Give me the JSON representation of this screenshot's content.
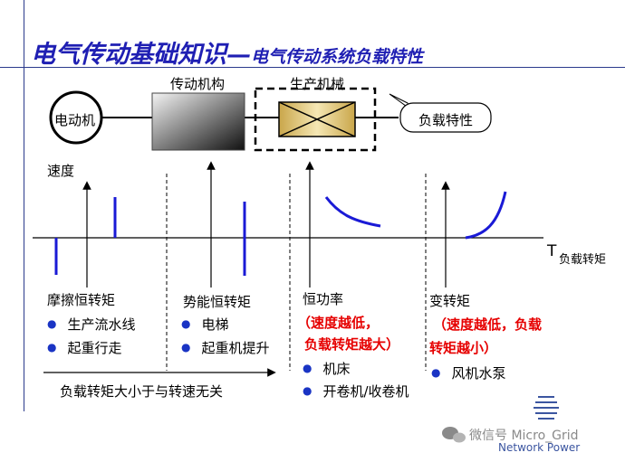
{
  "header": {
    "title_main": "电气传动基础知识—",
    "title_sub": "电气传动系统负载特性"
  },
  "diagram": {
    "motor_label": "电动机",
    "transmission_label": "传动机构",
    "machine_label": "生产机械",
    "load_callout": "负载特性"
  },
  "chart": {
    "y_axis_label": "速度",
    "x_axis_label_main": "T",
    "x_axis_label_sub": "负载转矩"
  },
  "sections": [
    {
      "title": "摩擦恒转矩",
      "items": [
        "生产流水线",
        "起重行走"
      ]
    },
    {
      "title": "势能恒转矩",
      "items": [
        "电梯",
        "起重机提升"
      ]
    },
    {
      "title": "恒功率",
      "note_lines": [
        "（速度越低，",
        "负载转矩越大）"
      ],
      "items": [
        "机床",
        "开卷机/收卷机"
      ]
    },
    {
      "title": "变转矩",
      "note_lines": [
        "（速度越低，负载",
        "转矩越小）"
      ],
      "items": [
        "风机水泵"
      ]
    }
  ],
  "footer": {
    "arrow_caption": "负载转矩大小于与转速无关",
    "watermark": "微信号 Micro_Grid",
    "brand": "Network Power"
  },
  "colors": {
    "title": "#1f1fb3",
    "curve": "#1a1ad6",
    "highlight": "#e60000"
  }
}
